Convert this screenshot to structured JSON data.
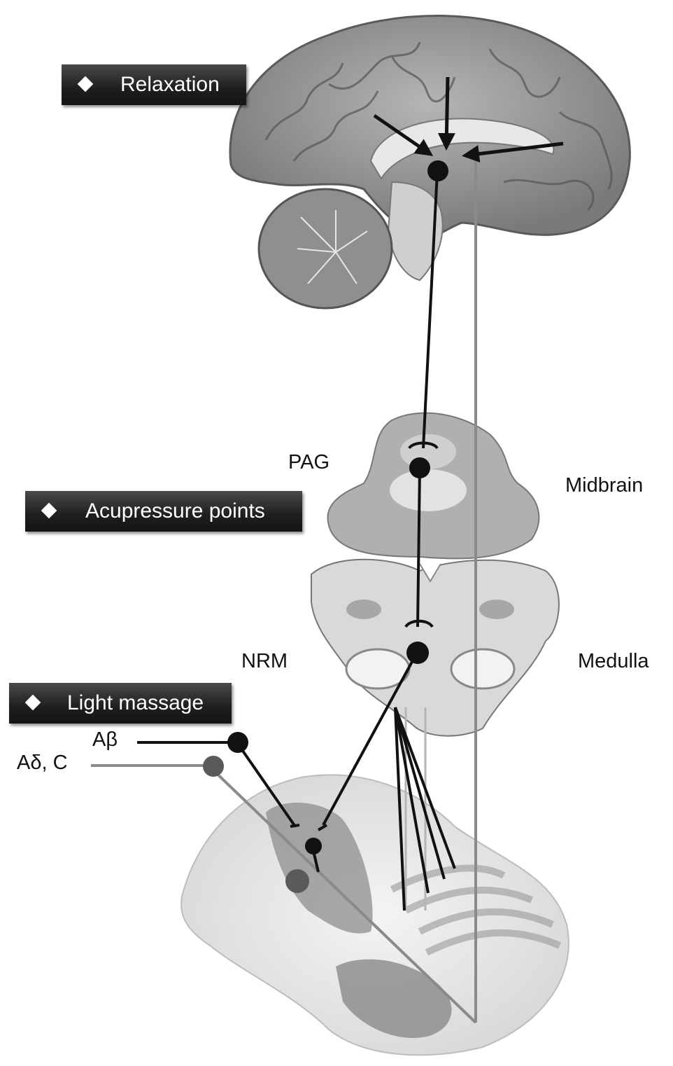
{
  "badges": {
    "relaxation": "Relaxation",
    "acupressure": "Acupressure points",
    "light_massage": "Light massage"
  },
  "labels": {
    "pag": "PAG",
    "midbrain": "Midbrain",
    "nrm": "NRM",
    "medulla": "Medulla",
    "a_beta": "Aβ",
    "a_delta_c": "Aδ, C"
  },
  "colors": {
    "badge_bg": "#1e1e1e",
    "pathway_black": "#111111",
    "pathway_grey": "#8a8a8a",
    "tissue_grey": "#9a9a9a"
  }
}
